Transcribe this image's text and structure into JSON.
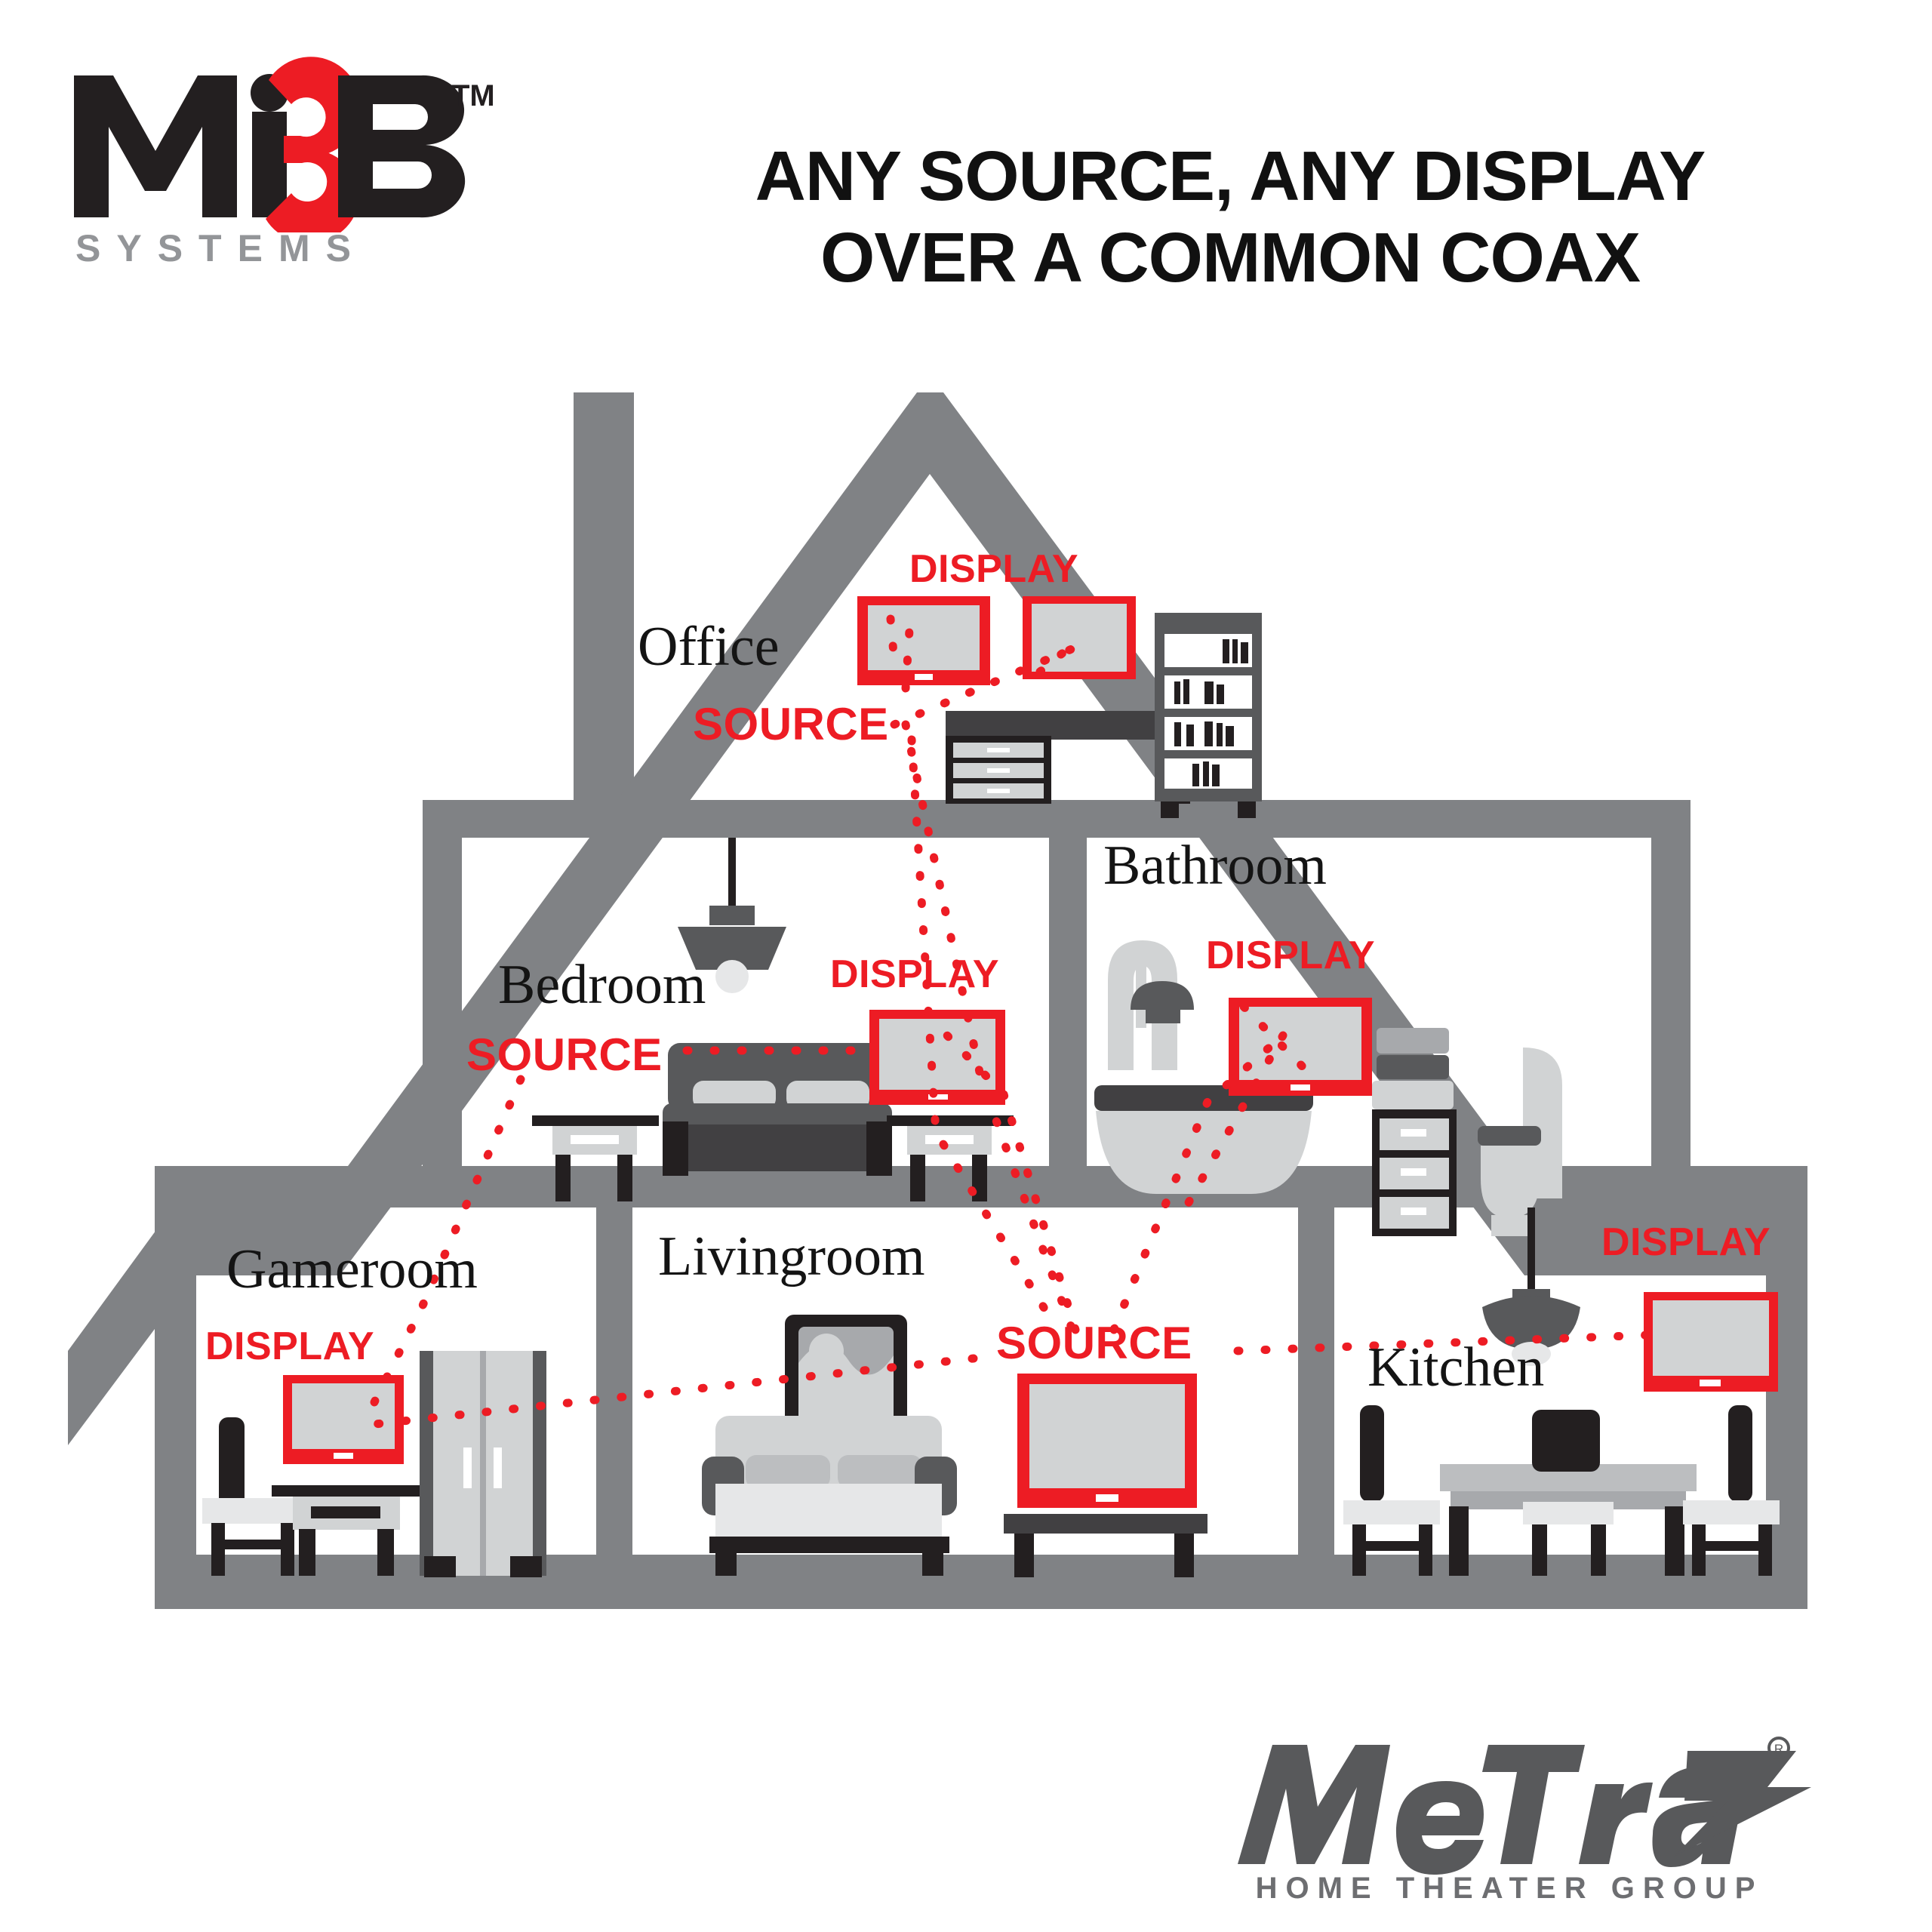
{
  "brand": {
    "logo_text_m": "M",
    "logo_text_3": "3",
    "logo_text_b": "B",
    "logo_tm": "TM",
    "logo_subtitle": "SYSTEMS"
  },
  "headline": {
    "line1": "ANY SOURCE, ANY DISPLAY",
    "line2": "OVER A COMMON COAX"
  },
  "rooms": {
    "office": {
      "label": "Office",
      "display_tag": "DISPLAY",
      "source_tag": "SOURCE"
    },
    "bedroom": {
      "label": "Bedroom",
      "display_tag": "DISPLAY",
      "source_tag": "SOURCE"
    },
    "bathroom": {
      "label": "Bathroom",
      "display_tag": "DISPLAY"
    },
    "gameroom": {
      "label": "Gameroom",
      "display_tag": "DISPLAY"
    },
    "livingroom": {
      "label": "Livingroom",
      "source_tag": "SOURCE"
    },
    "kitchen": {
      "label": "Kitchen",
      "display_tag": "DISPLAY"
    }
  },
  "footer": {
    "brand_name": "Metra",
    "registered_mark": "®",
    "tagline": "HOME THEATER GROUP"
  },
  "colors": {
    "red": "#ED1C24",
    "wall_gray": "#808285",
    "screen_gray": "#D1D3D4",
    "dark": "#414042",
    "near_black": "#231F20",
    "light_gray": "#BCBEC0",
    "pale_gray": "#E6E7E8",
    "sub_gray": "#939598",
    "metra_gray": "#58595B"
  }
}
